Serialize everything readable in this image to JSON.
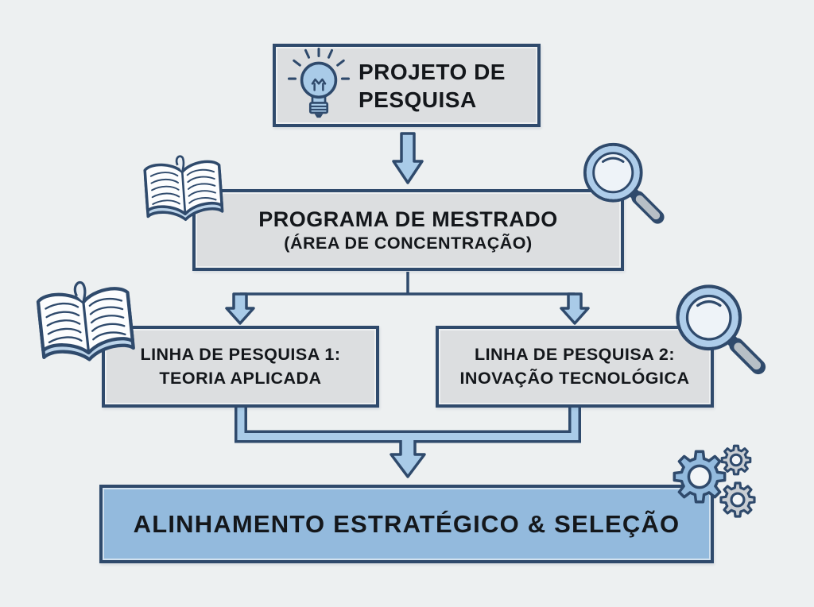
{
  "diagram": {
    "type": "flowchart",
    "language": "pt-BR",
    "background_color": "#edf0f1",
    "colors": {
      "node_fill": "#dcdee0",
      "node_border": "#2f4a6c",
      "highlight_fill": "#93badd",
      "arrow_fill": "#a9cbe8",
      "text": "#14171b",
      "gear_gray": "#c9ced3",
      "handle_gray": "#b7bfc6"
    },
    "nodes": {
      "projeto": {
        "line1": "PROJETO DE",
        "line2": "PESQUISA",
        "icon": "lightbulb-icon"
      },
      "programa": {
        "line1": "PROGRAMA DE MESTRADO",
        "line2": "(ÁREA DE CONCENTRAÇÃO)",
        "icon_left": "open-book-icon",
        "icon_right": "magnifier-icon"
      },
      "linha1": {
        "line1": "LINHA DE PESQUISA 1:",
        "line2": "TEORIA APLICADA",
        "icon": "open-book-icon"
      },
      "linha2": {
        "line1": "LINHA DE PESQUISA 2:",
        "line2": "INOVAÇÃO TECNOLÓGICA",
        "icon": "magnifier-icon"
      },
      "alinhamento": {
        "line1": "ALINHAMENTO ESTRATÉGICO & SELEÇÃO",
        "icon": "gears-icon"
      }
    },
    "edges": [
      {
        "from": "projeto",
        "to": "programa"
      },
      {
        "from": "programa",
        "to": "linha1"
      },
      {
        "from": "programa",
        "to": "linha2"
      },
      {
        "from": "linha1",
        "to": "alinhamento"
      },
      {
        "from": "linha2",
        "to": "alinhamento"
      }
    ]
  }
}
